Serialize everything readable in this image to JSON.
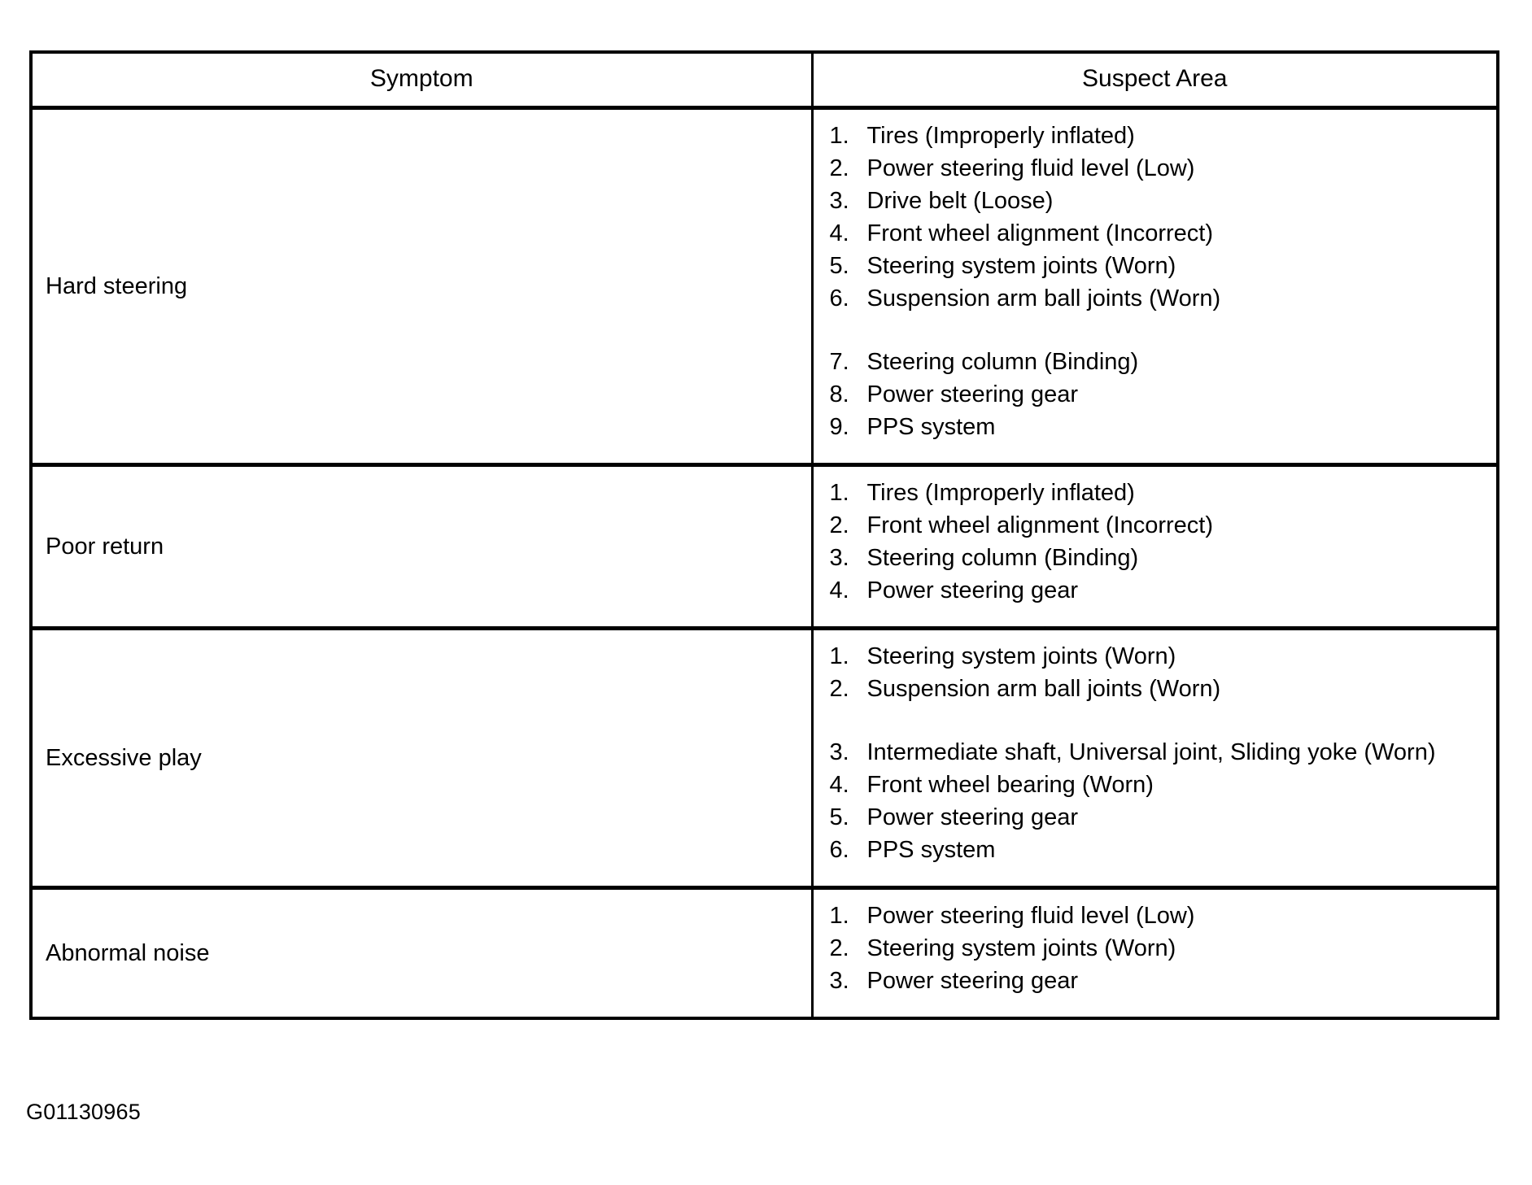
{
  "table": {
    "headers": {
      "symptom": "Symptom",
      "suspect_area": "Suspect Area"
    },
    "rows": [
      {
        "symptom": "Hard steering",
        "items": [
          {
            "num": "1.",
            "text": "Tires (Improperly inflated)"
          },
          {
            "num": "2.",
            "text": "Power steering fluid level (Low)"
          },
          {
            "num": "3.",
            "text": "Drive belt (Loose)"
          },
          {
            "num": "4.",
            "text": "Front wheel alignment (Incorrect)"
          },
          {
            "num": "5.",
            "text": "Steering system joints (Worn)"
          },
          {
            "num": "6.",
            "text": "Suspension arm ball joints (Worn)"
          },
          {
            "num": "",
            "text": "",
            "spacer": true
          },
          {
            "num": "7.",
            "text": "Steering column (Binding)"
          },
          {
            "num": "8.",
            "text": "Power steering gear"
          },
          {
            "num": "9.",
            "text": "PPS system"
          }
        ]
      },
      {
        "symptom": "Poor return",
        "items": [
          {
            "num": "1.",
            "text": "Tires (Improperly inflated)"
          },
          {
            "num": "2.",
            "text": "Front wheel alignment (Incorrect)"
          },
          {
            "num": "3.",
            "text": "Steering column (Binding)"
          },
          {
            "num": "4.",
            "text": "Power steering gear"
          }
        ]
      },
      {
        "symptom": "Excessive play",
        "items": [
          {
            "num": "1.",
            "text": "Steering system joints (Worn)"
          },
          {
            "num": "2.",
            "text": "Suspension arm ball joints (Worn)"
          },
          {
            "num": "",
            "text": "",
            "spacer": true
          },
          {
            "num": "3.",
            "text": "Intermediate shaft, Universal joint, Sliding yoke (Worn)"
          },
          {
            "num": "4.",
            "text": "Front wheel bearing (Worn)"
          },
          {
            "num": "5.",
            "text": "Power steering gear"
          },
          {
            "num": "6.",
            "text": "PPS system"
          }
        ]
      },
      {
        "symptom": "Abnormal noise",
        "items": [
          {
            "num": "1.",
            "text": "Power steering fluid level (Low)"
          },
          {
            "num": "2.",
            "text": "Steering system joints (Worn)"
          },
          {
            "num": "3.",
            "text": "Power steering gear"
          }
        ]
      }
    ]
  },
  "figure_code": "G01130965"
}
